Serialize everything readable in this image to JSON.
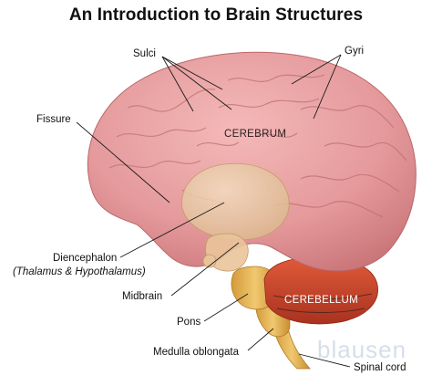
{
  "title": "An Introduction to Brain Structures",
  "labels": {
    "sulci": "Sulci",
    "gyri": "Gyri",
    "fissure": "Fissure",
    "cerebrum": "CEREBRUM",
    "diencephalon": "Diencephalon",
    "diencephalon_sub": "(Thalamus & Hypothalamus)",
    "midbrain": "Midbrain",
    "pons": "Pons",
    "cerebellum": "CEREBELLUM",
    "medulla": "Medulla oblongata",
    "spinal_cord": "Spinal cord"
  },
  "watermark": "blausen",
  "colors": {
    "cerebrum": "#e59a9c",
    "cerebrum_dark": "#c97477",
    "diencephalon": "#e8c9a2",
    "brainstem": "#e0b25a",
    "cerebellum": "#c9452c"
  }
}
